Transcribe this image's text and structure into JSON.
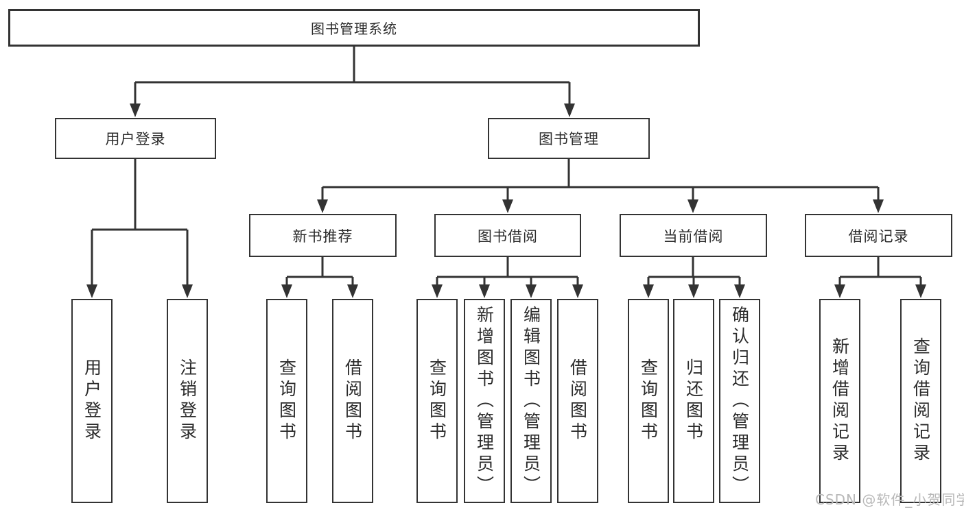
{
  "tree": {
    "root": {
      "label": "图书管理系统",
      "children": [
        {
          "label": "用户登录",
          "children": [
            {
              "label": "用户登录"
            },
            {
              "label": "注销登录"
            }
          ]
        },
        {
          "label": "图书管理",
          "children": [
            {
              "label": "新书推荐",
              "children": [
                {
                  "label": "查询图书"
                },
                {
                  "label": "借阅图书"
                }
              ]
            },
            {
              "label": "图书借阅",
              "children": [
                {
                  "label": "查询图书"
                },
                {
                  "label": "新增图书（管理员）"
                },
                {
                  "label": "编辑图书（管理员）"
                },
                {
                  "label": "借阅图书"
                }
              ]
            },
            {
              "label": "当前借阅",
              "children": [
                {
                  "label": "查询图书"
                },
                {
                  "label": "归还图书"
                },
                {
                  "label": "确认归还（管理员）"
                }
              ]
            },
            {
              "label": "借阅记录",
              "children": [
                {
                  "label": "新增借阅记录"
                },
                {
                  "label": "查询借阅记录"
                }
              ]
            }
          ]
        }
      ]
    }
  },
  "watermark": {
    "text": "CSDN @软件_小贺同学"
  },
  "colors": {
    "line": "#333333",
    "text": "#2b2b2b",
    "watermark": "#b8b8b8",
    "background": "#ffffff"
  }
}
